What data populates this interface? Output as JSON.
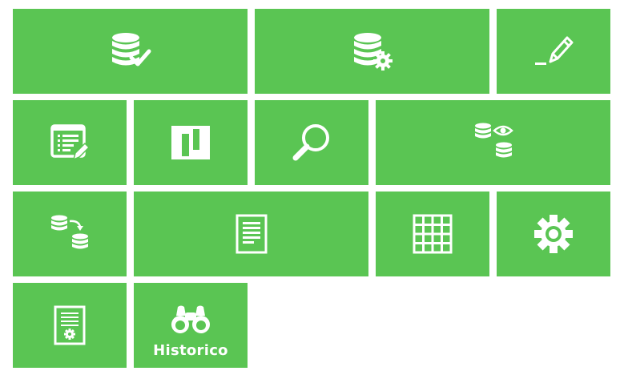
{
  "colors": {
    "tile_bg": "#5ac553",
    "icon": "#ffffff"
  },
  "tiles": [
    {
      "name": "database-check-tile",
      "icon": "database-check-icon",
      "label": ""
    },
    {
      "name": "database-settings-tile",
      "icon": "database-gear-icon",
      "label": ""
    },
    {
      "name": "edit-tile",
      "icon": "pencil-icon",
      "label": ""
    },
    {
      "name": "list-edit-tile",
      "icon": "list-edit-icon",
      "label": ""
    },
    {
      "name": "layout-tile",
      "icon": "layout-columns-icon",
      "label": ""
    },
    {
      "name": "search-tile",
      "icon": "magnifier-icon",
      "label": ""
    },
    {
      "name": "database-view-tile",
      "icon": "database-eye-icon",
      "label": ""
    },
    {
      "name": "database-transfer-tile",
      "icon": "database-transfer-icon",
      "label": ""
    },
    {
      "name": "document-tile",
      "icon": "document-icon",
      "label": ""
    },
    {
      "name": "grid-tile",
      "icon": "grid-icon",
      "label": ""
    },
    {
      "name": "settings-tile",
      "icon": "gear-icon",
      "label": ""
    },
    {
      "name": "document-settings-tile",
      "icon": "document-gear-icon",
      "label": ""
    },
    {
      "name": "historico-tile",
      "icon": "binoculars-icon",
      "label": "Historico"
    }
  ]
}
